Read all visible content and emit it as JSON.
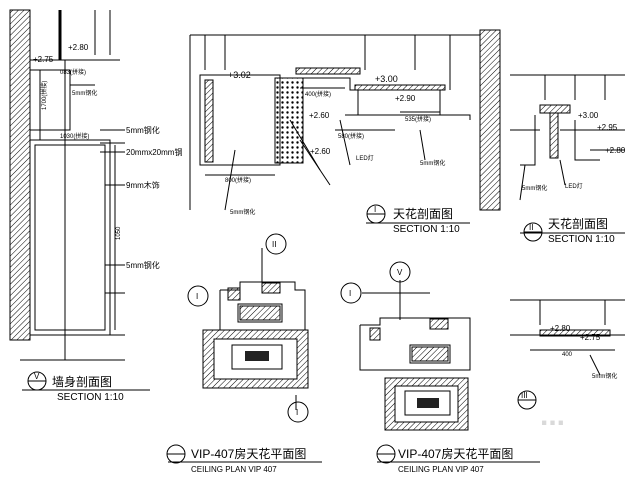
{
  "drawing": {
    "section_1": {
      "title": "墙身剖面图",
      "subtitle": "SECTION  1:10",
      "marker": "V",
      "labels": {
        "elev_top": "+2.80",
        "elev_2": "+2.75",
        "dim_1": "083(拼接)",
        "dim_2": "1700(拼接)",
        "dim_3": "1030(拼接)",
        "dim_4": "1050",
        "note_1": "5mm钢化",
        "note_2": "5mm钢化",
        "note_3": "20mmx20mm钢",
        "note_4": "9mm木饰",
        "note_5": "5mm钢化"
      }
    },
    "section_2": {
      "title": "天花剖面图",
      "subtitle": "SECTION  1:10",
      "marker": "I",
      "labels": {
        "elev_1": "+3.02",
        "elev_2": "+3.00",
        "elev_3": "+2.90",
        "elev_4": "+2.60",
        "elev_5": "+2.60",
        "dim_1": "400(拼接)",
        "dim_2": "580(拼接)",
        "dim_3": "535(拼接)",
        "dim_4": "800(拼接)",
        "note_led": "LED灯",
        "note_1": "5mm钢化",
        "note_2": "5mm钢化"
      }
    },
    "section_3": {
      "title": "天花剖面图",
      "subtitle": "SECTION  1:10",
      "marker": "II",
      "labels": {
        "elev_1": "+3.00",
        "elev_2": "+2.95",
        "elev_3": "+2.80",
        "note_1": "5mm钢化",
        "note_led": "LED灯"
      }
    },
    "section_4": {
      "marker": "III",
      "labels": {
        "elev_1": "+2.80",
        "elev_2": "+2.75",
        "dim_1": "400",
        "note_1": "5mm钢化"
      }
    },
    "plan_1": {
      "title": "VIP-407房天花平面图",
      "subtitle": "CEILING PLAN  VIP 407",
      "marker_a": "II",
      "marker_b": "I",
      "marker_c": "I"
    },
    "plan_2": {
      "title": "VIP-407房天花平面图",
      "subtitle": "CEILING PLAN  VIP 407",
      "marker_a": "V",
      "marker_b": "I"
    },
    "watermark": "..."
  }
}
